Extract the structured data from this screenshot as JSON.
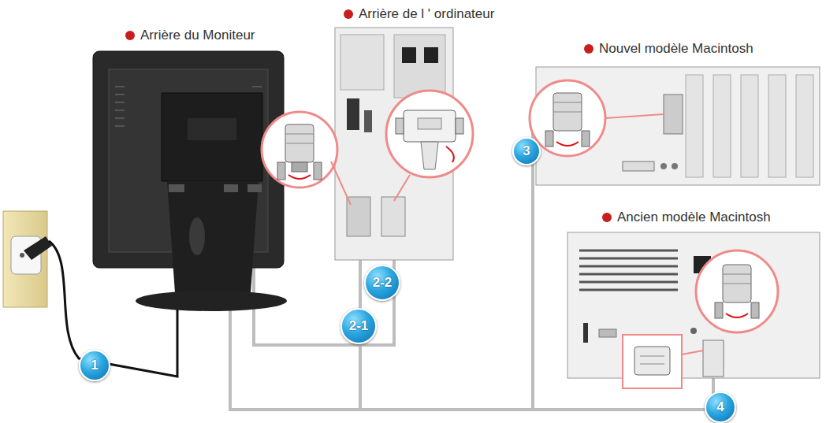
{
  "diagram": {
    "nodes": [
      {
        "text": [
          "3"
        ]
      },
      {
        "text": [
          "2-2"
        ]
      },
      {
        "text": [
          "2-1"
        ]
      },
      {
        "text": [
          "1"
        ]
      },
      {
        "text": [
          "4"
        ]
      }
    ],
    "labels": [
      "Arrière de l ' ordinateur",
      "Arrière du Moniteur",
      "Nouvel modèle Macintosh",
      "Ancien modèle Macintosh"
    ]
  }
}
